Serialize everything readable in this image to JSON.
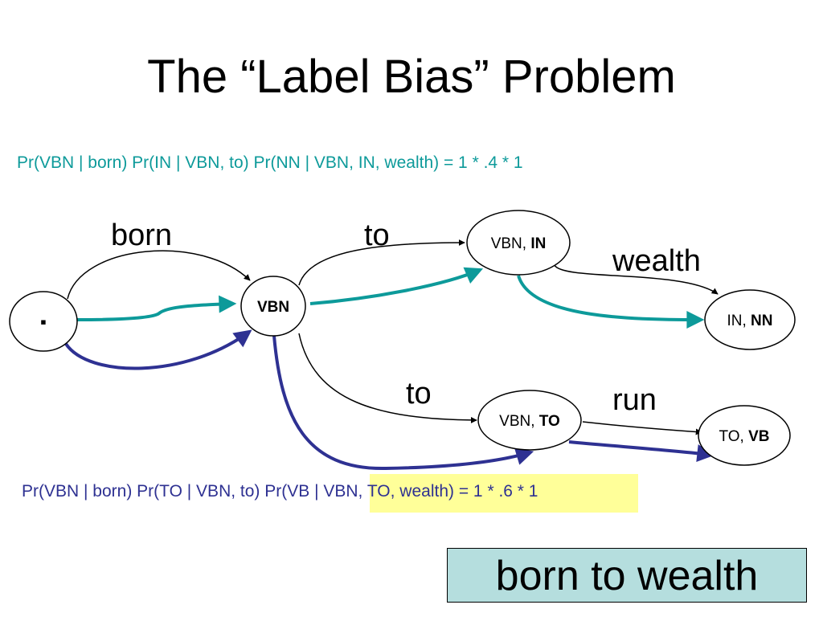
{
  "title": "The “Label Bias” Problem",
  "formula_top": "Pr(VBN | born) Pr(IN | VBN, to) Pr(NN | VBN, IN, wealth) = 1 * .4 * 1",
  "formula_bottom": "Pr(VBN | born) Pr(TO | VBN, to) Pr(VB | VBN, TO, wealth) = 1 * .6 * 1",
  "box_text": "born to wealth",
  "nodes": {
    "start": "▪",
    "vbn": "VBN",
    "vbn_in": {
      "plain": "VBN, ",
      "bold": "IN"
    },
    "in_nn": {
      "plain": "IN, ",
      "bold": "NN"
    },
    "vbn_to": {
      "plain": "VBN, ",
      "bold": "TO"
    },
    "to_vb": {
      "plain": "TO, ",
      "bold": "VB"
    }
  },
  "edge_labels": {
    "born": "born",
    "to_upper": "to",
    "wealth": "wealth",
    "to_lower": "to",
    "run": "run"
  },
  "colors": {
    "teal": "#0d9a9a",
    "navy": "#2e3192",
    "highlight": "#ffff99",
    "box": "#b5dede"
  }
}
